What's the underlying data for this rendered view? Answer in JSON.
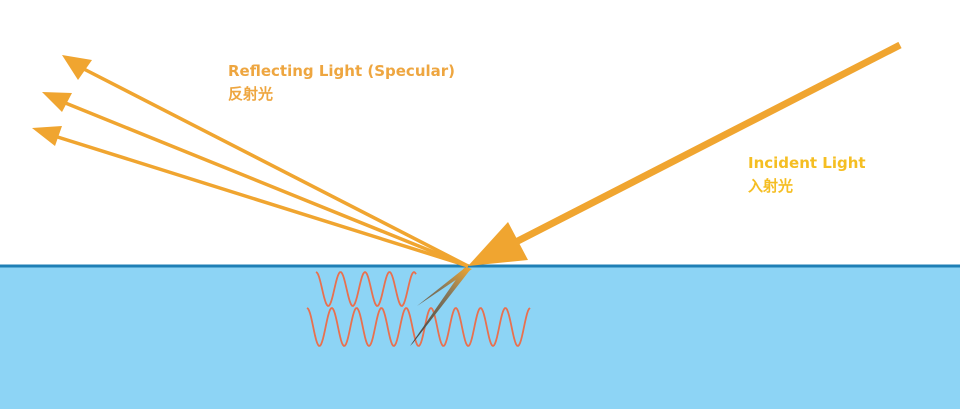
{
  "labels": {
    "reflecting_en": "Reflecting Light (Specular)",
    "reflecting_zh": "反射光",
    "incident_en": "Incident Light",
    "incident_zh": "入射光"
  },
  "colors": {
    "light": "#f0a530",
    "reflect_text": "#eea640",
    "incident_text": "#f5be22",
    "water": "#8dd4f5",
    "surface": "#1f7fb5",
    "wave": "#e8704f",
    "refracted": "#555555"
  }
}
